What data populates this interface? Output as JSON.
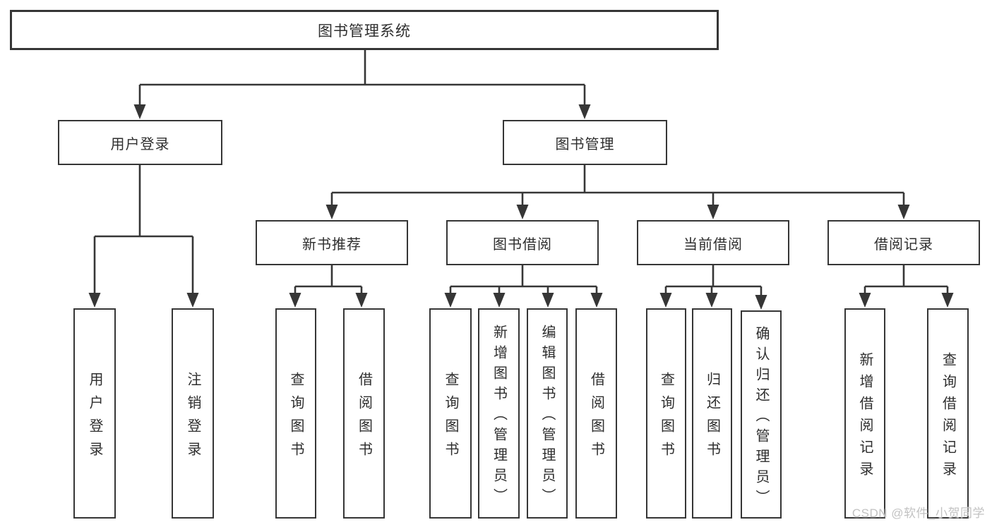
{
  "diagram": {
    "title": "图书管理系统",
    "type": "tree",
    "root": {
      "label": "图书管理系统"
    },
    "level2": [
      {
        "label": "用户登录"
      },
      {
        "label": "图书管理"
      }
    ],
    "level3": [
      {
        "label": "新书推荐"
      },
      {
        "label": "图书借阅"
      },
      {
        "label": "当前借阅"
      },
      {
        "label": "借阅记录"
      }
    ],
    "leaves": {
      "user_login": [
        "用户登录",
        "注销登录"
      ],
      "new_books": [
        "查询图书",
        "借阅图书"
      ],
      "book_borrow": [
        "查询图书",
        "新增图书（管理员）",
        "编辑图书（管理员）",
        "借阅图书"
      ],
      "current_borrow": [
        "查询图书",
        "归还图书",
        "确认归还（管理员）"
      ],
      "borrow_records": [
        "新增借阅记录",
        "查询借阅记录"
      ]
    },
    "colors": {
      "line": "#363636",
      "text": "#2e2e2e",
      "background": "#ffffff",
      "watermark": "#c2c2c2"
    },
    "watermark": "CSDN @软件_小贺同学"
  }
}
